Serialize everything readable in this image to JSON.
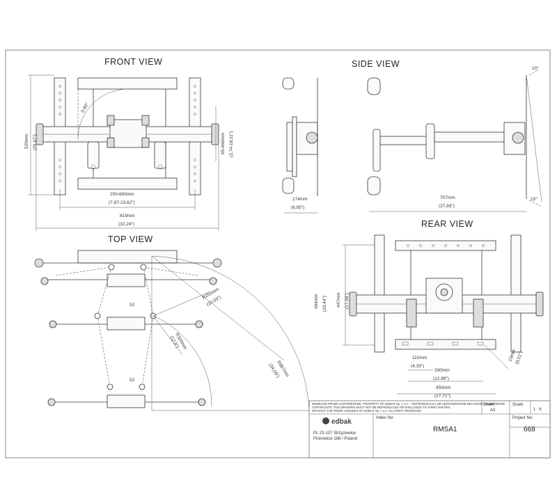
{
  "views": {
    "front": "FRONT VIEW",
    "side": "SIDE VIEW",
    "top": "TOP VIEW",
    "rear": "REAR VIEW"
  },
  "front_dims": {
    "angle": "0-90°",
    "height_mm": "520mm",
    "height_in": "(20,47\")",
    "vadj_mm": "95-460mm",
    "vadj_in": "(3,74-18,11\")",
    "vesa_w_mm": "200-600mm",
    "vesa_w_in": "(7,87-23,62\")",
    "width_mm": "819mm",
    "width_in": "(32,24\")"
  },
  "side_dims": {
    "depth_min_mm": "174mm",
    "depth_min_in": "(6,85\")",
    "depth_max_mm": "707mm",
    "depth_max_in": "(27,83\")",
    "tilt_top": "10°",
    "tilt_bottom": "15°"
  },
  "top_dims": {
    "r1_mm": "R255mm",
    "r1_in": "(10,03\")",
    "r2_mm": "R320mm",
    "r2_in": "(12,6\")",
    "r3_mm": "R867mm",
    "r3_in": "(34,09\")",
    "r4_mm": "494mm",
    "r4_in": "(19,44\")"
  },
  "rear_dims": {
    "h_mm": "447mm",
    "h_in": "(17,59\")",
    "d1_mm": "110mm",
    "d1_in": "(4,33\")",
    "d2_mm": "330mm",
    "d2_in": "(12,99\")",
    "d3_mm": "450mm",
    "d3_in": "(17,71\")",
    "hole_mm": "13mm",
    "hole_in": "(0,51\")"
  },
  "title_block": {
    "notice1": "WSZELKIE PRAWA ZASTRZEŻONE. PROPERTY OF EDBAK Sp. z o.o. – REPRODUKCJA LUB UDOSTĘPNIANIE BEZ ZGODY ZABRONIONE",
    "notice2": "COPYRIGHTS: THIS DRAWING MUST NOT BE REPRODUCED OR DISCLOSED TO THIRD PARTIES",
    "notice3": "WITHOUT THE PRIOR CONSENT OF EDBAK Sp. z o.o. ALL RIGHT RESERVED.",
    "sheet_label": "Sheet:",
    "sheet_value": "A3",
    "scale_label": "Scale:",
    "scale_value": "1 : 6",
    "company": "edbak",
    "address1": "PL 23-107 Strzyżewice",
    "address2": "Piotrowice 186 / Poland",
    "index_label": "Index No:",
    "index_value": "RMSA1",
    "project_label": "Project No:",
    "project_value": "668"
  }
}
